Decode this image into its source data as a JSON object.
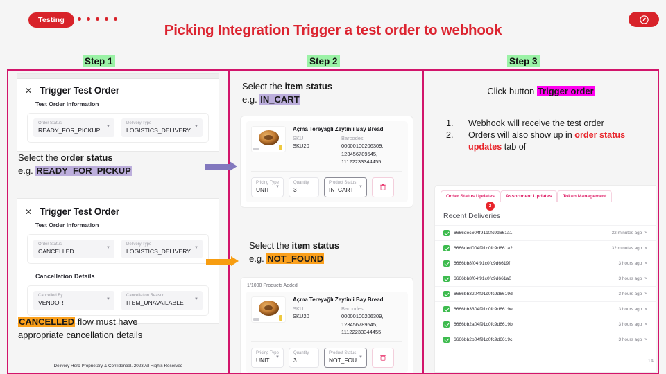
{
  "header": {
    "pill_label": "Testing",
    "dot_count": 5,
    "title": "Picking Integration Trigger a test order to webhook",
    "brand_icon": "pen-logo-icon",
    "accent_red": "#DC2430",
    "panel_border": "#D2156B"
  },
  "steps": [
    {
      "label": "Step 1"
    },
    {
      "label": "Step 2"
    },
    {
      "label": "Step 3"
    }
  ],
  "panel1": {
    "modal_a": {
      "close_icon": "close-icon",
      "title": "Trigger Test Order",
      "section": "Test Order Information",
      "fields": [
        {
          "label": "Order Status",
          "value": "READY_FOR_PICKUP"
        },
        {
          "label": "Delivery Type",
          "value": "LOGISTICS_DELIVERY"
        }
      ]
    },
    "callout_a": {
      "line1_prefix": "Select the ",
      "line1_bold": "order status",
      "line2_prefix": "e.g. ",
      "line2_highlight": "READY_FOR_PICKUP",
      "highlight_color": "#BCAEDC"
    },
    "modal_b": {
      "close_icon": "close-icon",
      "title": "Trigger Test Order",
      "section": "Test Order Information",
      "fields": [
        {
          "label": "Order Status",
          "value": "CANCELLED"
        },
        {
          "label": "Delivery Type",
          "value": "LOGISTICS_DELIVERY"
        }
      ],
      "section2": "Cancellation Details",
      "fields2": [
        {
          "label": "Cancelled By",
          "value": "VENDOR"
        },
        {
          "label": "Cancellation Reason",
          "value": "ITEM_UNAVAILABLE"
        }
      ]
    },
    "callout_b": {
      "highlight": "CANCELLED",
      "line1_rest": " flow must have",
      "line2": "appropriate cancellation details",
      "highlight_color": "#FBA01C"
    },
    "footnote": "Delivery Hero Proprietary & Confidential. 2023 All Rights Reserved"
  },
  "panel2": {
    "callout_a": {
      "line1_prefix": "Select the ",
      "line1_bold": "item status",
      "line2_prefix": "e.g. ",
      "line2_highlight": "IN_CART",
      "highlight_color": "#BCAEDC"
    },
    "card_a": {
      "thumb_icon": "bread-product-image",
      "name": "Açma Tereyağlı Zeytinli Bay Bread",
      "sku_label": "SKU",
      "sku_value": "SKU20",
      "barcodes_label": "Barcodes",
      "barcodes": [
        "00000100206309,",
        "123456789545,",
        "11122233344455"
      ],
      "pricing_type_label": "Pricing Type",
      "pricing_type_value": "UNIT",
      "quantity_label": "Quantity",
      "quantity_value": "3",
      "product_status_label": "Product Status",
      "product_status_value": "IN_CART",
      "delete_icon": "trash-icon"
    },
    "callout_b": {
      "line1_prefix": "Select the ",
      "line1_bold": "item status",
      "line2_prefix": "e.g. ",
      "line2_highlight": "NOT_FOUND",
      "highlight_color": "#FBA01C"
    },
    "card_b": {
      "count_text": "1/1000 Products Added",
      "thumb_icon": "bread-product-image",
      "name": "Açma Tereyağlı Zeytinli Bay Bread",
      "sku_label": "SKU",
      "sku_value": "SKU20",
      "barcodes_label": "Barcodes",
      "barcodes": [
        "00000100206309,",
        "123456789545,",
        "11122233344455"
      ],
      "pricing_type_label": "Pricing Type",
      "pricing_type_value": "UNIT",
      "quantity_label": "Quantity",
      "quantity_value": "3",
      "product_status_label": "Product Status",
      "product_status_value": "NOT_FOU...",
      "delete_icon": "trash-icon"
    },
    "arrow_purple": "arrow-right-purple",
    "arrow_orange": "arrow-right-orange"
  },
  "panel3": {
    "callout": {
      "prefix": "Click button ",
      "highlight": "Trigger order",
      "highlight_color": "#FF00F0"
    },
    "list": [
      {
        "num": "1.",
        "text": "Webhook will receive the test order"
      },
      {
        "num": "2.",
        "text_before": "Orders will also show up in ",
        "text_red": "order status updates",
        "text_after": " tab of"
      }
    ],
    "webhook": {
      "tabs": [
        "Order Status Updates",
        "Assortment Updates",
        "Token Management"
      ],
      "badge": "2",
      "heading": "Recent Deliveries",
      "rows": [
        {
          "id": "6666dec604f91c0fc9d661a1",
          "time": "32 minutes ago",
          "status": "success"
        },
        {
          "id": "6666ded004f91c0fc9d661a2",
          "time": "32 minutes ago",
          "status": "success"
        },
        {
          "id": "6666bb8f04f91c0fc9d6619f",
          "time": "3 hours ago",
          "status": "success"
        },
        {
          "id": "6666bb8f04f91c0fc9d661a0",
          "time": "3 hours ago",
          "status": "success"
        },
        {
          "id": "6666bb3204f91c0fc9d6619d",
          "time": "3 hours ago",
          "status": "success"
        },
        {
          "id": "6666bb3304f91c0fc9d6619e",
          "time": "3 hours ago",
          "status": "success"
        },
        {
          "id": "6666bb2a04f91c0fc9d6619b",
          "time": "3 hours ago",
          "status": "success"
        },
        {
          "id": "6666bb2b04f91c0fc9d6619c",
          "time": "3 hours ago",
          "status": "success"
        }
      ]
    }
  },
  "page_number": "14"
}
